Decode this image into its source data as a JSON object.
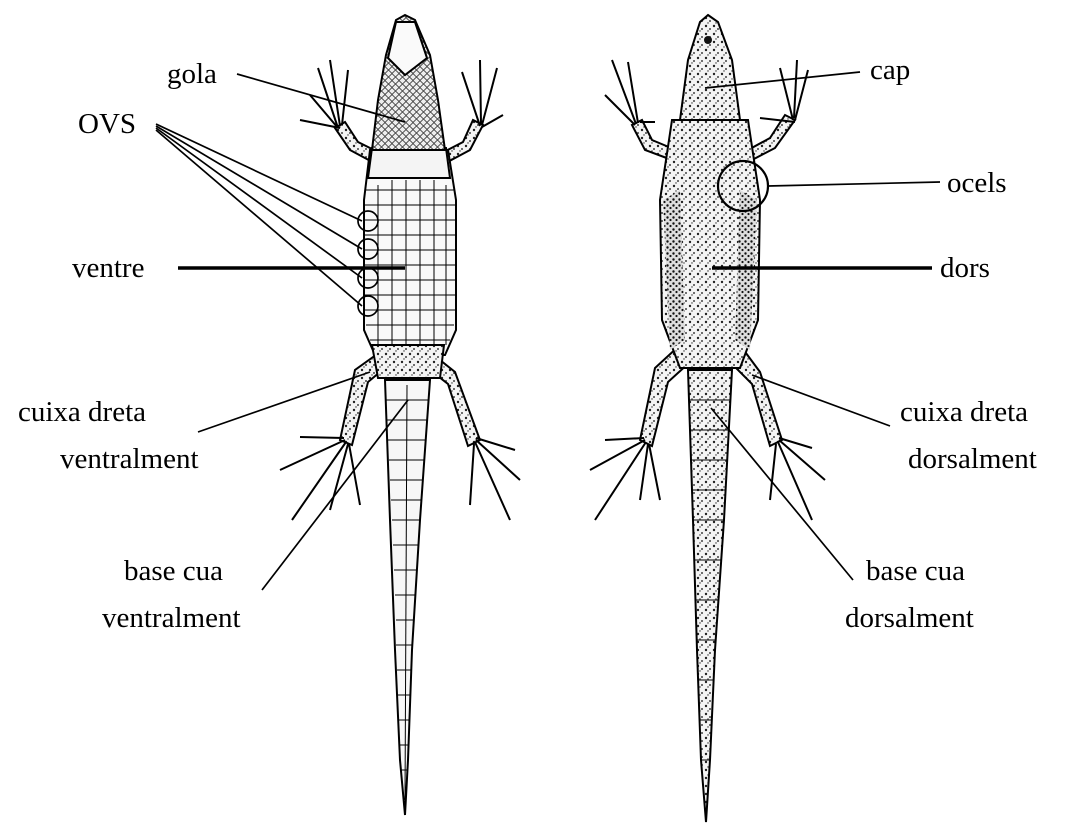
{
  "colors": {
    "ink": "#000000",
    "paper": "#ffffff"
  },
  "ventral_view": {
    "labels": {
      "throat": "gola",
      "ovs": "OVS",
      "belly": "ventre",
      "thigh_line1": "cuixa dreta",
      "thigh_line2": "ventralment",
      "tail_line1": "base cua",
      "tail_line2": "ventralment"
    }
  },
  "dorsal_view": {
    "labels": {
      "head": "cap",
      "ocelli": "ocels",
      "back": "dors",
      "thigh_line1": "cuixa dreta",
      "thigh_line2": "dorsalment",
      "tail_line1": "base cua",
      "tail_line2": "dorsalment"
    }
  }
}
